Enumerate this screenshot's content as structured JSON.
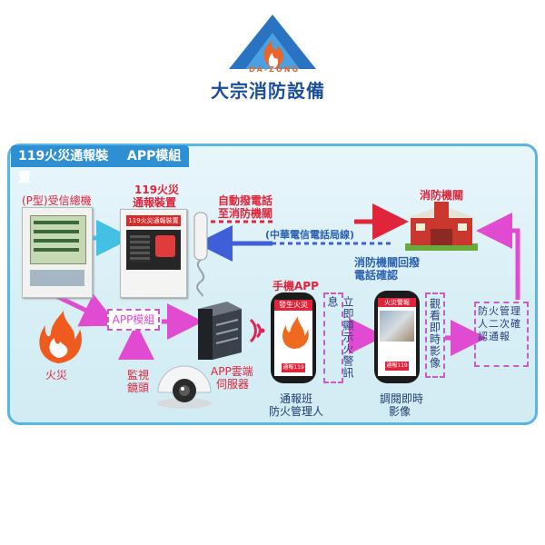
{
  "logo": {
    "sub": "DA-ZONG",
    "name": "大宗消防設備"
  },
  "tabs": {
    "device": "119火災通報裝置",
    "app_module": "APP模組"
  },
  "receiver": {
    "label": "(P型)受信總機"
  },
  "alarm_device": {
    "label_line1": "119火災",
    "label_line2": "通報裝置",
    "screen_text": "119火災通報裝置"
  },
  "fire": {
    "label": "火災"
  },
  "auto_dial": {
    "line1": "自動撥電話",
    "line2": "至消防機關"
  },
  "telecom": {
    "label": "(中華電信電話局線)"
  },
  "fire_dept": {
    "label": "消防機關"
  },
  "callback": {
    "line1": "消防機關回撥",
    "line2": "電話確認"
  },
  "app_module_box": {
    "label": "APP模組"
  },
  "cloud_server": {
    "line1": "APP雲端",
    "line2": "伺服器"
  },
  "camera": {
    "line1": "監視",
    "line2": "鏡頭"
  },
  "phone_app": {
    "title": "手機APP",
    "screen_title": "發生火災",
    "screen_button": "通報119"
  },
  "instant_alert": {
    "text": "立即顯示火警訊息"
  },
  "notify": {
    "line1": "通報班",
    "line2": "防火管理人"
  },
  "watch_video": {
    "text": "觀看即時影像"
  },
  "phone2": {
    "screen_title": "火災警報",
    "screen_button": "通報119"
  },
  "retrieve_video": {
    "line1": "調閱即時",
    "line2": "影像"
  },
  "manager_confirm": {
    "text": "防火管理人二次確認通報"
  },
  "colors": {
    "accent_blue": "#2f8fd3",
    "alert_red": "#e0243a",
    "magenta": "#e04bd1",
    "logo_blue": "#1b4e9b",
    "logo_orange": "#e8662a"
  }
}
